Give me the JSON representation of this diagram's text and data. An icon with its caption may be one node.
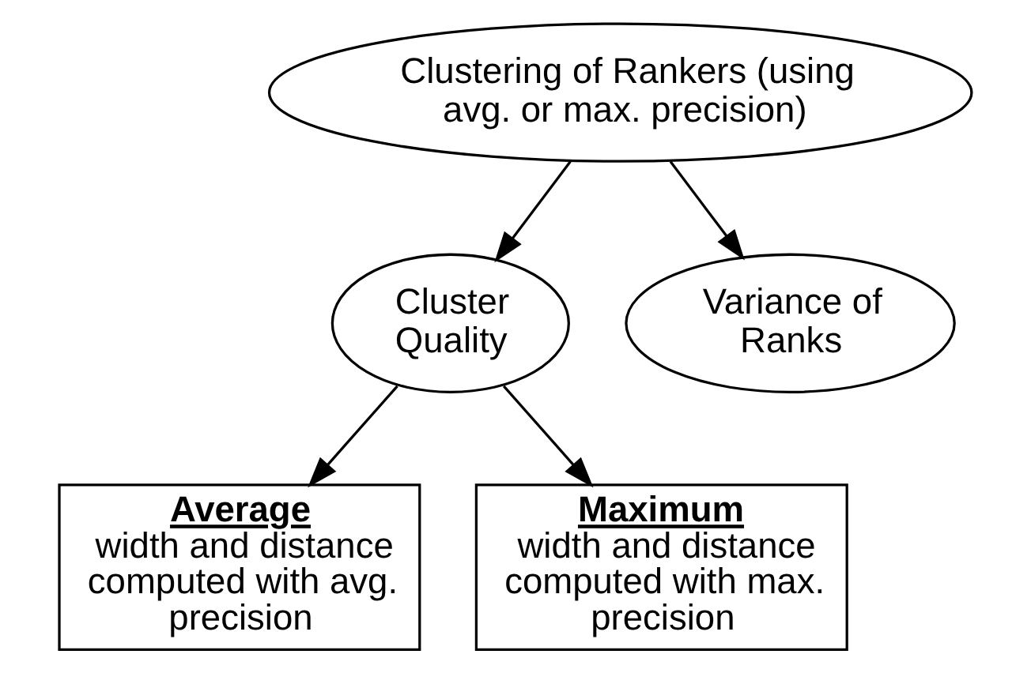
{
  "diagram": {
    "nodes": [
      {
        "text": [
          "Clustering of Rankers (using avg. or max. precision)"
        ]
      },
      {
        "text": [
          "Cluster Quality"
        ]
      },
      {
        "text": [
          "Variance of Ranks"
        ]
      },
      {
        "text": [
          "Average",
          "width and distance computed with avg. precision"
        ]
      },
      {
        "text": [
          "Maximum",
          "width and distance computed with max. precision"
        ]
      }
    ],
    "edges": [
      {
        "from": 0,
        "to": 1,
        "arrow": "to"
      },
      {
        "from": 0,
        "to": 2,
        "arrow": "to"
      },
      {
        "from": 1,
        "to": 3,
        "arrow": "to"
      },
      {
        "from": 1,
        "to": 4,
        "arrow": "to"
      }
    ]
  }
}
